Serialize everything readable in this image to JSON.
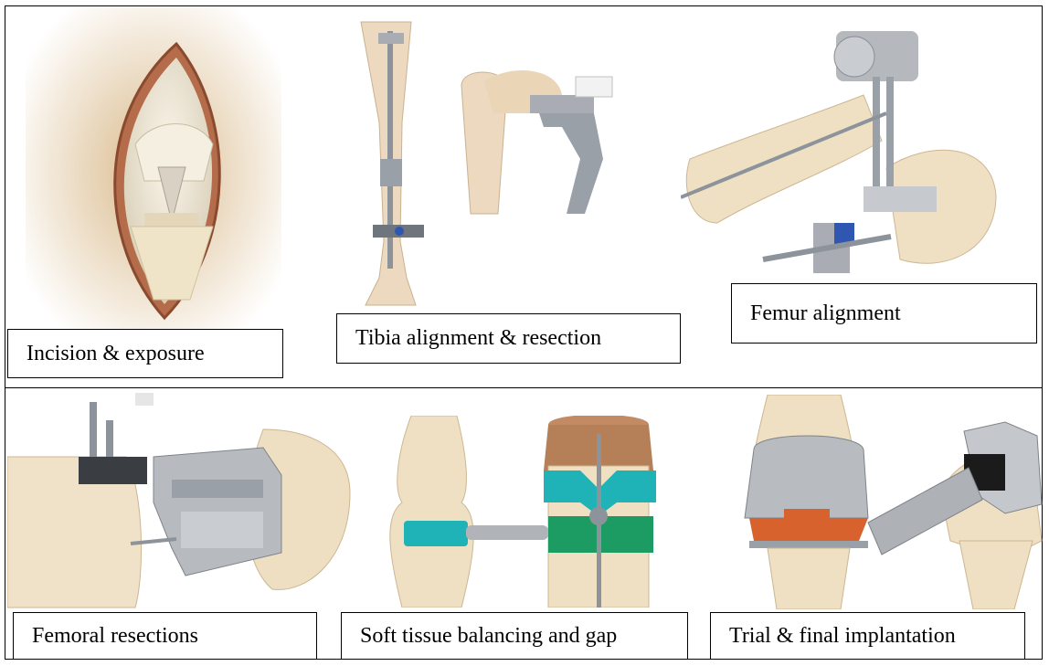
{
  "figure": {
    "panels": [
      {
        "id": "incision",
        "label": "Incision & exposure"
      },
      {
        "id": "tibia",
        "label": "Tibia alignment & resection"
      },
      {
        "id": "femur",
        "label": "Femur alignment"
      },
      {
        "id": "femoral-resections",
        "label": "Femoral resections"
      },
      {
        "id": "soft-tissue",
        "label": "Soft tissue balancing and gap"
      },
      {
        "id": "implantation",
        "label": "Trial & final implantation"
      }
    ]
  },
  "colors": {
    "bone": "#ead9bc",
    "skin": "#c7a577",
    "metal": "#a9adb3",
    "teal_spacer": "#1fb3b8",
    "green_insert": "#1c9c62",
    "orange_trial": "#d8622e",
    "blue_clamp": "#2f56b0"
  }
}
